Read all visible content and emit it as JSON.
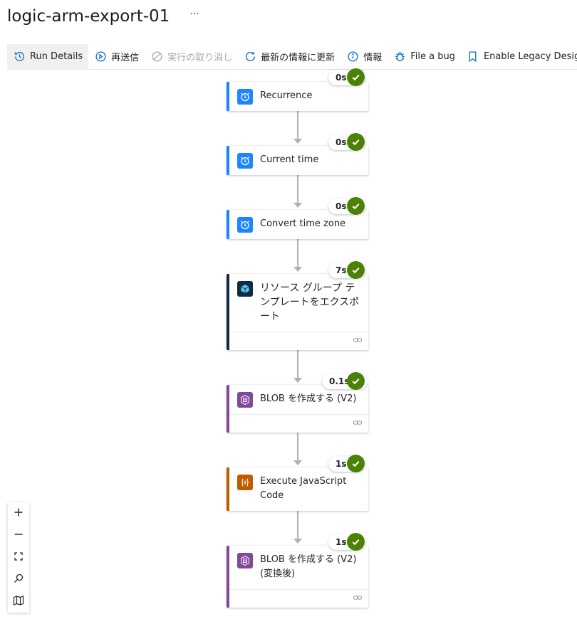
{
  "header": {
    "title": "logic-arm-export-01",
    "more": "···"
  },
  "toolbar": {
    "items": [
      {
        "label": "Run Details",
        "icon": "history-icon"
      },
      {
        "label": "再送信",
        "icon": "resubmit-icon"
      },
      {
        "label": "実行の取り消し",
        "icon": "cancel-icon"
      },
      {
        "label": "最新の情報に更新",
        "icon": "refresh-icon"
      },
      {
        "label": "情報",
        "icon": "info-icon"
      },
      {
        "label": "File a bug",
        "icon": "bug-icon"
      },
      {
        "label": "Enable Legacy Designer",
        "icon": "bookmark-icon"
      }
    ]
  },
  "steps": [
    {
      "label": "Recurrence",
      "duration": "0s",
      "status": "succeeded",
      "icon": "clock-icon",
      "accent": "#1f85ff"
    },
    {
      "label": "Current time",
      "duration": "0s",
      "status": "succeeded",
      "icon": "clock-icon",
      "accent": "#1f85ff"
    },
    {
      "label": "Convert time zone",
      "duration": "0s",
      "status": "succeeded",
      "icon": "clock-icon",
      "accent": "#1f85ff"
    },
    {
      "label": "リソース グループ テンプレートをエクスポート",
      "duration": "7s",
      "status": "succeeded",
      "icon": "resource-group-icon",
      "accent": "#0f2b46"
    },
    {
      "label": "BLOB を作成する (V2)",
      "duration": "0.1s",
      "status": "succeeded",
      "icon": "blob-storage-icon",
      "accent": "#804998"
    },
    {
      "label": "Execute JavaScript Code",
      "duration": "1s",
      "status": "succeeded",
      "icon": "javascript-code-icon",
      "accent": "#c05b00"
    },
    {
      "label": "BLOB を作成する (V2) (変換後)",
      "duration": "1s",
      "status": "succeeded",
      "icon": "blob-storage-icon",
      "accent": "#804998"
    }
  ],
  "colors": {
    "success": "#498205",
    "connector": "#b0b0b0"
  },
  "zoom_controls": [
    "zoom-in-icon",
    "zoom-out-icon",
    "fit-view-icon",
    "search-icon",
    "minimap-icon"
  ]
}
